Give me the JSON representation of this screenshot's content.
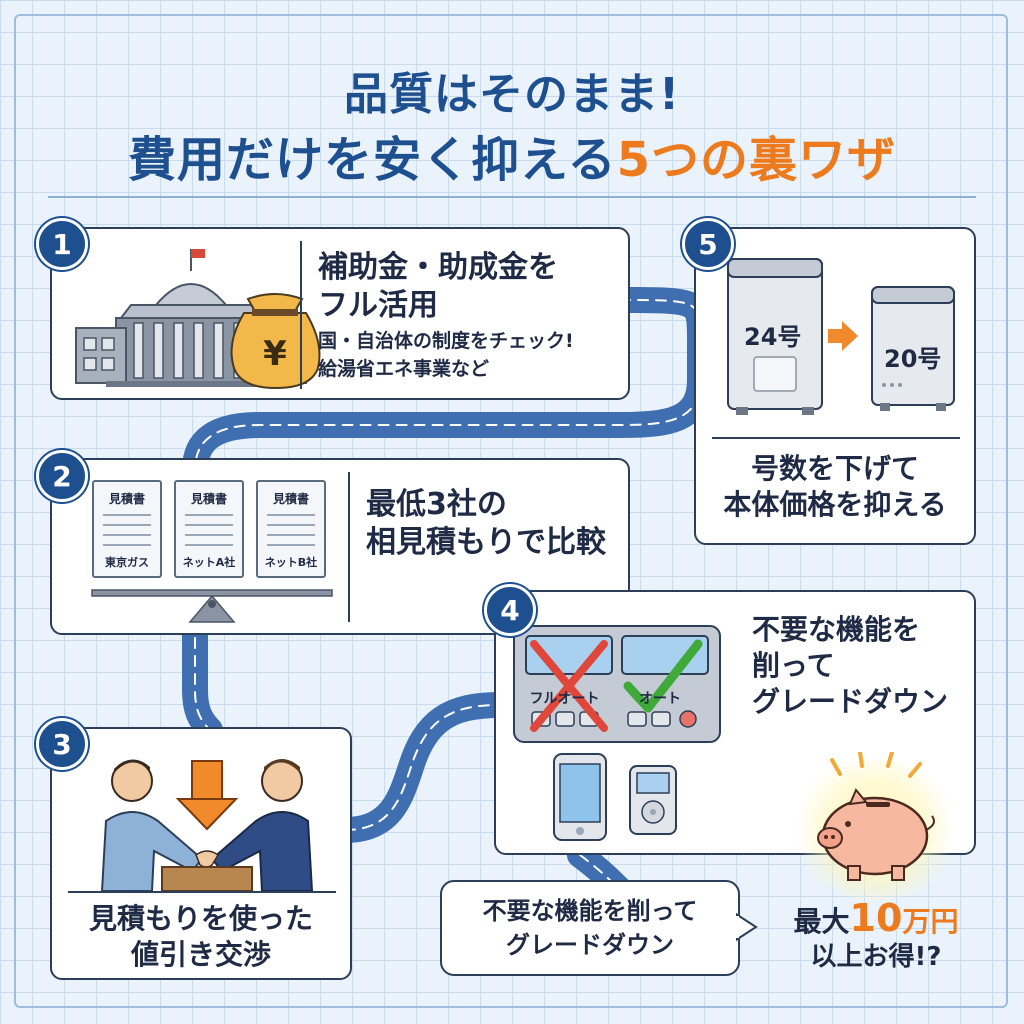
{
  "title": {
    "line1": "品質はそのまま!",
    "line2_main": "費用だけを安く抑える",
    "line2_accent": "5つの裏ワザ"
  },
  "steps": {
    "s1": {
      "num": "1",
      "title_line1": "補助金・助成金を",
      "title_line2": "フル活用",
      "desc_line1": "国・自治体の制度をチェック!",
      "desc_line2": "給湯省エネ事業など",
      "bag_symbol": "¥"
    },
    "s2": {
      "num": "2",
      "title_line1": "最低3社の",
      "title_line2": "相見積もりで比較",
      "docs": [
        {
          "header": "見積書",
          "footer": "東京ガス"
        },
        {
          "header": "見積書",
          "footer": "ネットA社"
        },
        {
          "header": "見積書",
          "footer": "ネットB社"
        }
      ]
    },
    "s3": {
      "num": "3",
      "title_line1": "見積もりを使った",
      "title_line2": "値引き交渉"
    },
    "s4": {
      "num": "4",
      "title_line1": "不要な機能を",
      "title_line2": "削って",
      "title_line3": "グレードダウン",
      "panel_left": "フルオート",
      "panel_right": "オート"
    },
    "s5": {
      "num": "5",
      "from_label": "24号",
      "to_label": "20号",
      "title_line1": "号数を下げて",
      "title_line2": "本体価格を抑える"
    }
  },
  "bubble": {
    "line1": "不要な機能を削って",
    "line2": "グレードダウン"
  },
  "savings": {
    "prefix": "最大",
    "amount": "10",
    "unit": "万円",
    "line2": "以上お得!?"
  },
  "colors": {
    "accent": "#ee7a1e",
    "primary": "#1e4f8f",
    "road": "#3f6fb0"
  },
  "icons": [
    "government-building-icon",
    "money-bag-icon",
    "balance-scale-icon",
    "handshake-icon",
    "down-arrow-icon",
    "water-heater-icon",
    "right-arrow-icon",
    "cross-icon",
    "check-icon",
    "smartphone-icon",
    "remote-icon",
    "piggy-bank-icon"
  ]
}
